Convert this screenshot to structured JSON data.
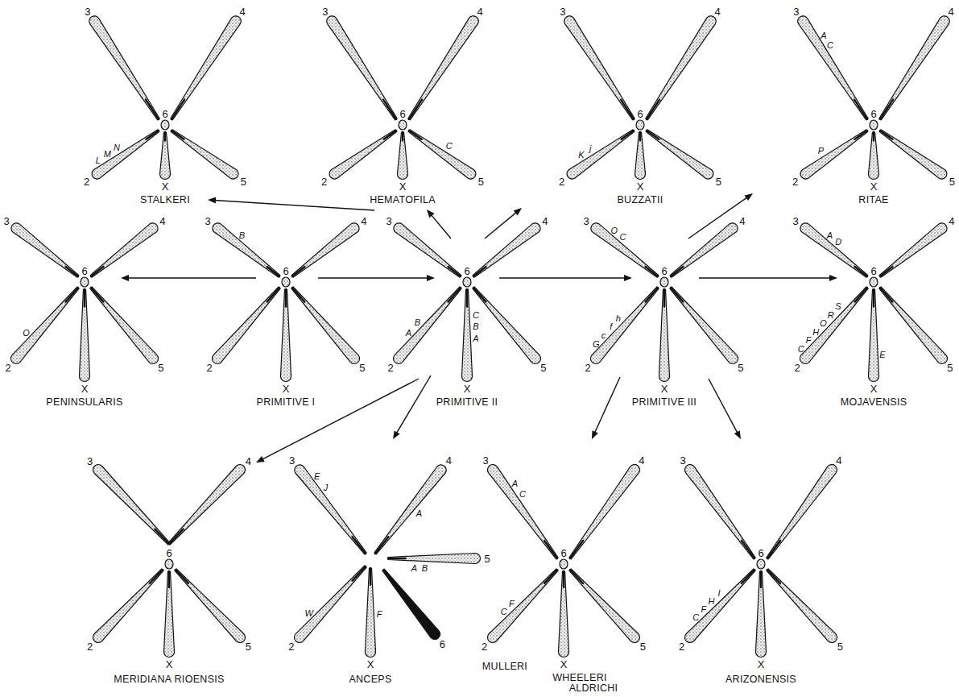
{
  "diagram": {
    "nodes": [
      {
        "text": [
          "STALKERI"
        ]
      },
      {
        "text": [
          "HEMATOFILA"
        ]
      },
      {
        "text": [
          "BUZZATII"
        ]
      },
      {
        "text": [
          "RITAE"
        ]
      },
      {
        "text": [
          "PENINSULARIS"
        ]
      },
      {
        "text": [
          "PRIMITIVE I"
        ]
      },
      {
        "text": [
          "PRIMITIVE II"
        ]
      },
      {
        "text": [
          "PRIMITIVE III"
        ]
      },
      {
        "text": [
          "MOJAVENSIS"
        ]
      },
      {
        "text": [
          "MERIDIANA RIOENSIS"
        ]
      },
      {
        "text": [
          "ANCEPS"
        ]
      },
      {
        "text": [
          "MULLERI",
          "WHEELERI",
          "ALDRICHI"
        ]
      },
      {
        "text": [
          "ARIZONENSIS"
        ]
      }
    ],
    "edges": [
      {
        "from": 5,
        "to": 4,
        "arrow": "to"
      },
      {
        "from": 5,
        "to": 6,
        "arrow": "to"
      },
      {
        "from": 6,
        "to": 7,
        "arrow": "to"
      },
      {
        "from": 7,
        "to": 8,
        "arrow": "to"
      },
      {
        "from": 6,
        "to": 0,
        "arrow": "to"
      },
      {
        "from": 6,
        "to": 1,
        "arrow": "to"
      },
      {
        "from": 6,
        "to": 2,
        "arrow": "to"
      },
      {
        "from": 7,
        "to": 3,
        "arrow": "to"
      },
      {
        "from": 6,
        "to": 9,
        "arrow": "to"
      },
      {
        "from": 6,
        "to": 10,
        "arrow": "to"
      },
      {
        "from": 7,
        "to": 11,
        "arrow": "to"
      },
      {
        "from": 7,
        "to": 12,
        "arrow": "to"
      }
    ],
    "labels": [
      "3",
      "4",
      "6",
      "L",
      "M",
      "N",
      "2",
      "5",
      "X",
      "3",
      "4",
      "6",
      "C",
      "2",
      "5",
      "X",
      "3",
      "4",
      "6",
      "K",
      "j",
      "2",
      "5",
      "X",
      "3",
      "A",
      "C",
      "4",
      "6",
      "P",
      "2",
      "5",
      "X",
      "3",
      "4",
      "6",
      "O",
      "2",
      "5",
      "X",
      "3",
      "B",
      "4",
      "6",
      "2",
      "5",
      "X",
      "3",
      "4",
      "6",
      "A",
      "B",
      "C",
      "B",
      "A",
      "2",
      "5",
      "X",
      "3",
      "O",
      "C",
      "4",
      "6",
      "G",
      "c",
      "f",
      "h",
      "2",
      "5",
      "X",
      "3",
      "A",
      "D",
      "4",
      "6",
      "C",
      "F",
      "H",
      "O",
      "R",
      "S",
      "2",
      "E",
      "5",
      "X",
      "3",
      "4",
      "6",
      "2",
      "5",
      "X",
      "3",
      "E",
      "J",
      "4",
      "A",
      "5",
      "A",
      "B",
      "6",
      "W",
      "2",
      "F",
      "X",
      "3",
      "A",
      "C",
      "4",
      "6",
      "C",
      "F",
      "2",
      "5",
      "X",
      "3",
      "4",
      "6",
      "C",
      "F",
      "H",
      "I",
      "2",
      "5",
      "X"
    ]
  }
}
